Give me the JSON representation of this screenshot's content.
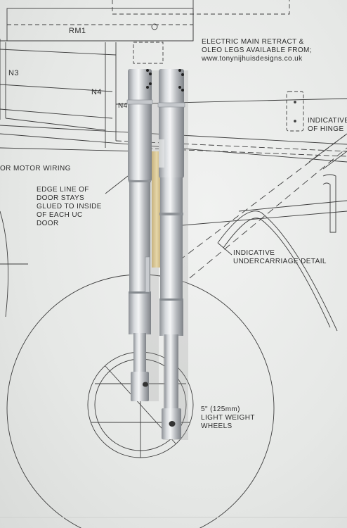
{
  "drawing": {
    "labels": {
      "rm1": "RM1",
      "n3": "N3",
      "n4": "N4",
      "n4b": "N4",
      "electric_line1": "ELECTRIC MAIN RETRACT &",
      "electric_line2": "OLEO LEGS AVAILABLE FROM;",
      "website": "www.tonynijhuisdesigns.co.uk",
      "indicative_hinge_line1": "INDICATIVE",
      "indicative_hinge_line2": "OF HINGE",
      "motor_wiring": "OR MOTOR WIRING",
      "edge_line1": "EDGE LINE OF",
      "edge_line2": "DOOR STAYS",
      "edge_line3": "GLUED TO INSIDE",
      "edge_line4": "OF EACH UC",
      "edge_line5": "DOOR",
      "undercarriage_line1": "INDICATIVE",
      "undercarriage_line2": "UNDERCARRIAGE DETAIL",
      "wheel_line1": "5\" (125mm)",
      "wheel_line2": "LIGHT WEIGHT",
      "wheel_line3": "WHEELS"
    }
  },
  "colors": {
    "paper": "#eceeec",
    "ink": "#3a3a3a",
    "aluminium_light": "#e4e6e8",
    "aluminium_mid": "#b9bcc0",
    "aluminium_dark": "#8d9196",
    "wood": "#d9c79a"
  }
}
